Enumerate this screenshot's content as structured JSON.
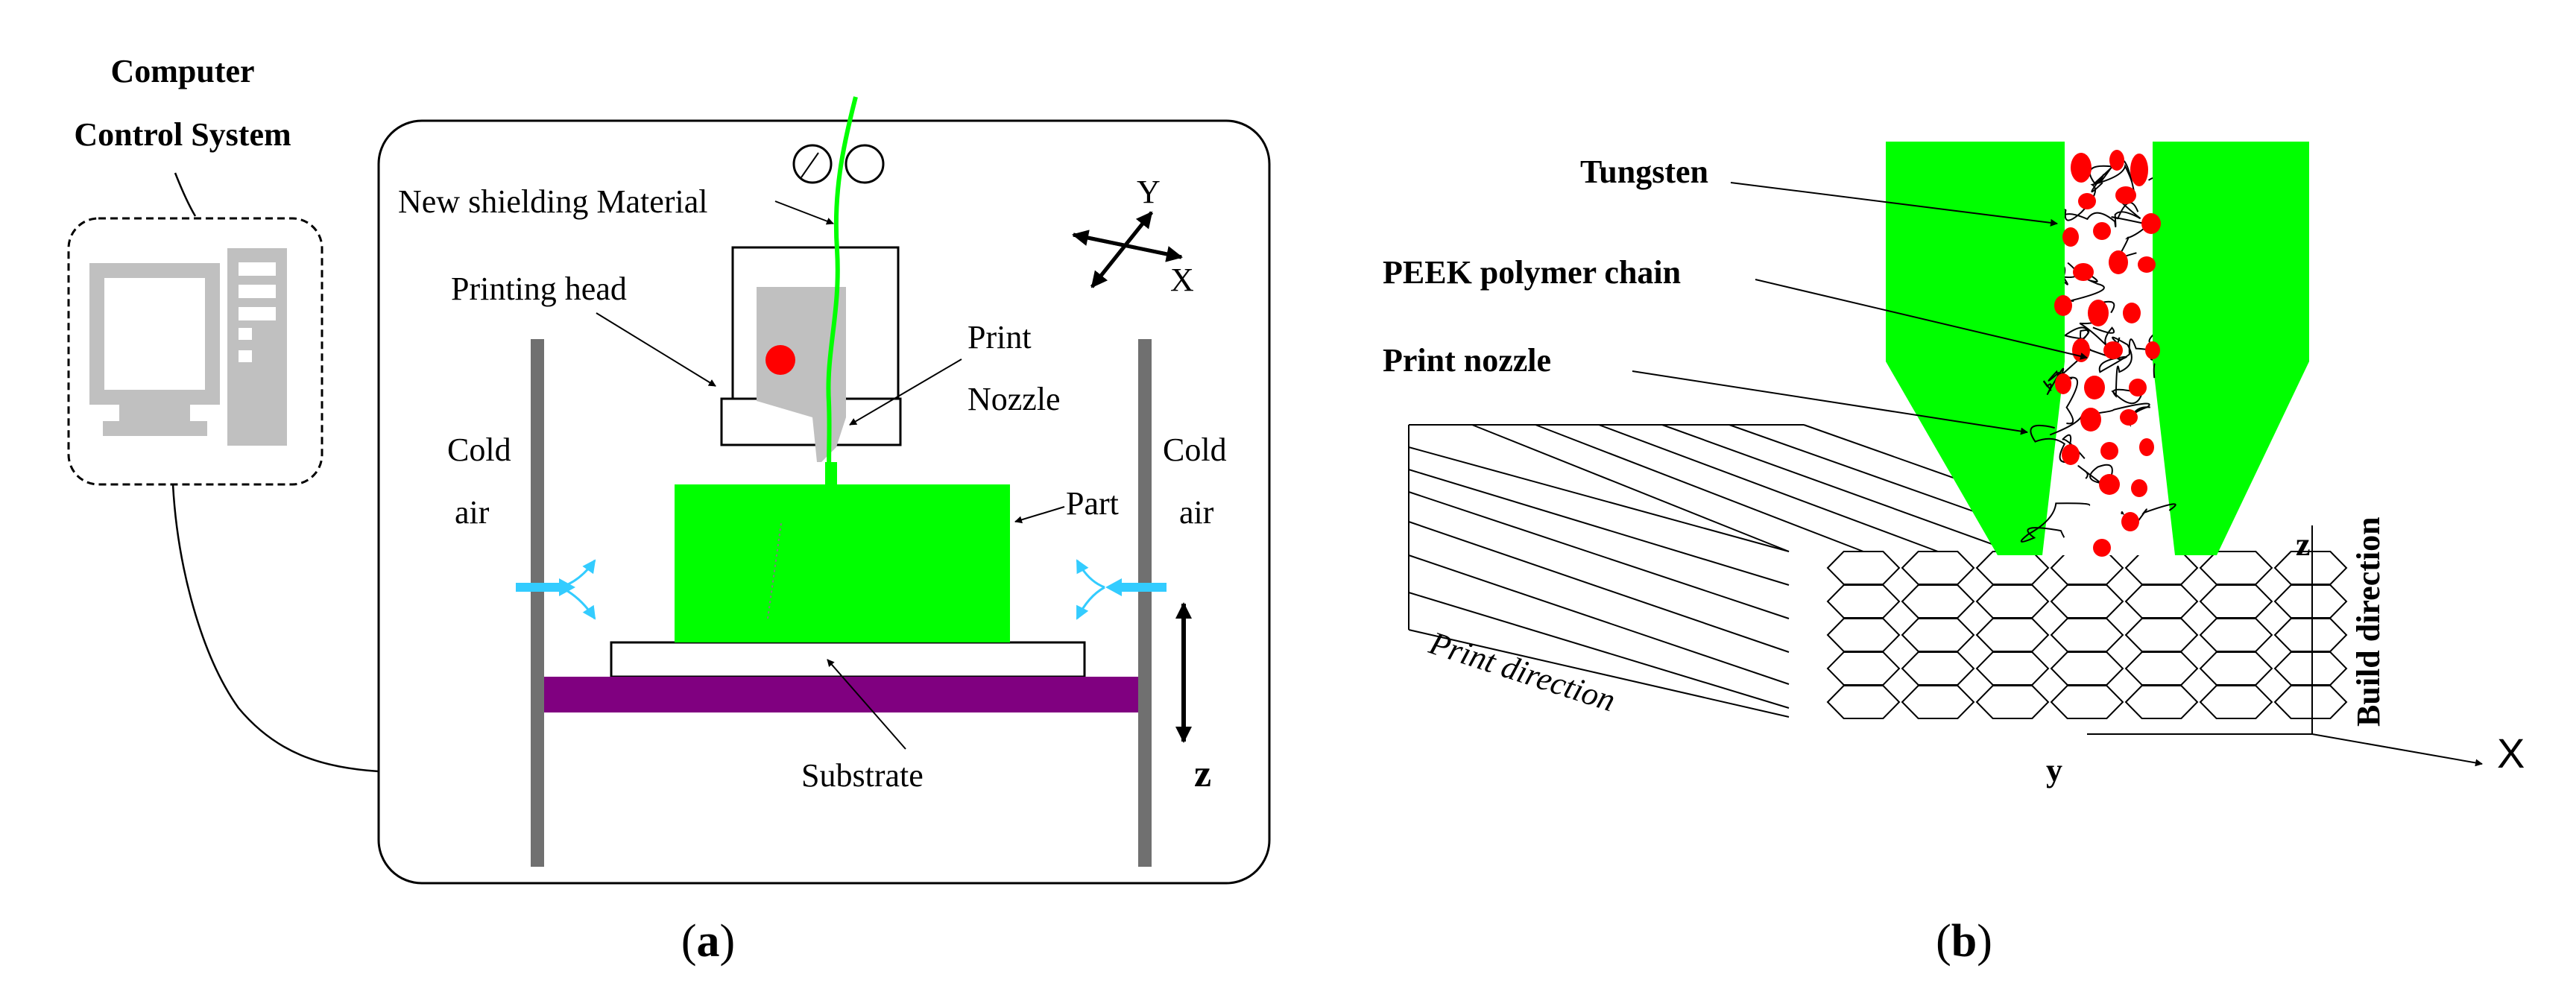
{
  "panel_a": {
    "caption": {
      "open": "(",
      "letter": "a",
      "close": ")"
    },
    "computer_label_1": "Computer",
    "computer_label_2": "Control System",
    "material_label": "New shielding Material",
    "printing_head_label": "Printing head",
    "print_nozzle_label_1": "Print",
    "print_nozzle_label_2": "Nozzle",
    "cold_air_left_1": "Cold",
    "cold_air_left_2": "air",
    "cold_air_right_1": "Cold",
    "cold_air_right_2": "air",
    "part_label": "Part",
    "substrate_label": "Substrate",
    "axis_y": "Y",
    "axis_x": "X",
    "axis_z": "z"
  },
  "panel_b": {
    "caption": {
      "open": "(",
      "letter": "b",
      "close": ")"
    },
    "tungsten_label": "Tungsten",
    "peek_label": "PEEK polymer chain",
    "nozzle_label": "Print nozzle",
    "print_direction_label": "Print direction",
    "build_direction_label": "Build direction",
    "axis_z": "z",
    "axis_y": "y",
    "axis_x": "X"
  },
  "colors": {
    "green": "#00ff00",
    "red": "#ff0000",
    "purple": "#800080",
    "gray": "#c0c0c0",
    "rail": "#707070",
    "cyan": "#33ccff"
  }
}
